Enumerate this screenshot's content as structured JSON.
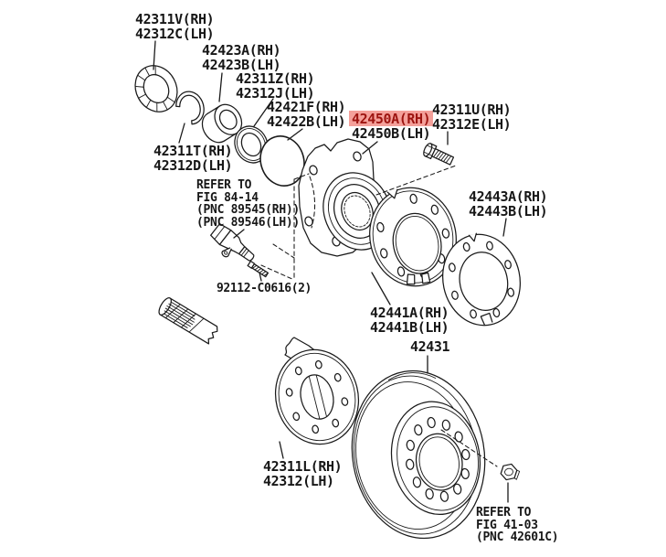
{
  "diagram": {
    "title": "rear-axle-hub-and-brake-rotor-parts-diagram",
    "highlight": {
      "background": "#f4a09a",
      "text_color": "#9d1410",
      "line_color": "#1a1a1a"
    },
    "labels": [
      {
        "name": "42311V",
        "line1": "42311V(RH)",
        "line2": "42312C(LH)"
      },
      {
        "name": "42423A",
        "line1": "42423A(RH)",
        "line2": "42423B(LH)"
      },
      {
        "name": "42311Z",
        "line1": "42311Z(RH)",
        "line2": "42312J(LH)"
      },
      {
        "name": "42421F",
        "line1": "42421F(RH)",
        "line2": "42422B(LH)"
      },
      {
        "name": "42450A",
        "line1": "42450A(RH)",
        "line2": "42450B(LH)",
        "highlighted": "line1"
      },
      {
        "name": "42311U",
        "line1": "42311U(RH)",
        "line2": "42312E(LH)"
      },
      {
        "name": "42311T",
        "line1": "42311T(RH)",
        "line2": "42312D(LH)"
      },
      {
        "name": "refer-fig-84-14",
        "line1": "REFER TO",
        "line2": "FIG 84-14",
        "line3": "(PNC 89545(RH))",
        "line4": "(PNC 89546(LH))"
      },
      {
        "name": "92112-C0616",
        "line1": "92112-C0616(2)"
      },
      {
        "name": "42443A",
        "line1": "42443A(RH)",
        "line2": "42443B(LH)"
      },
      {
        "name": "42441A",
        "line1": "42441A(RH)",
        "line2": "42441B(LH)"
      },
      {
        "name": "42431",
        "line1": "42431"
      },
      {
        "name": "42311L",
        "line1": "42311L(RH)",
        "line2": "42312(LH)"
      },
      {
        "name": "refer-fig-41-03",
        "line1": "REFER TO",
        "line2": "FIG 41-03",
        "line3": "(PNC 42601C)"
      }
    ]
  }
}
